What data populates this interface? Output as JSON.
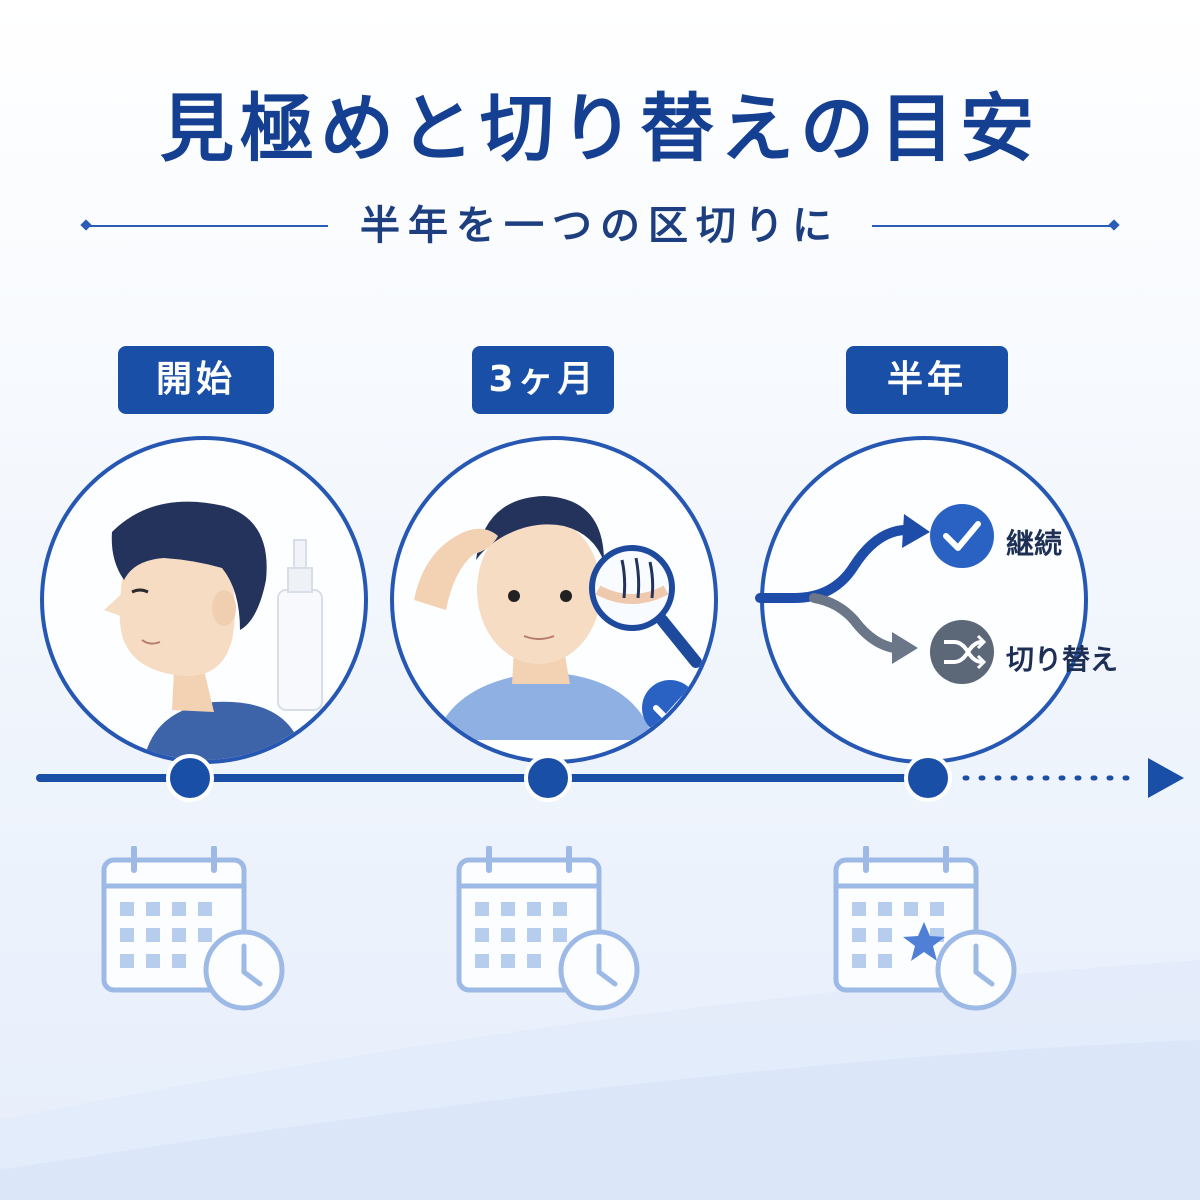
{
  "header": {
    "title": "見極めと切り替えの目安",
    "subtitle": "半年を一つの区切りに"
  },
  "stages": [
    {
      "label": "開始"
    },
    {
      "label": "3ヶ月"
    },
    {
      "label": "半年"
    }
  ],
  "decision": {
    "continue_label": "継続",
    "switch_label": "切り替え"
  },
  "colors": {
    "primary": "#1a4fa8",
    "accent_check": "#2563c9",
    "switch_gray": "#5c6878",
    "calendar_light": "#9db9e6"
  }
}
